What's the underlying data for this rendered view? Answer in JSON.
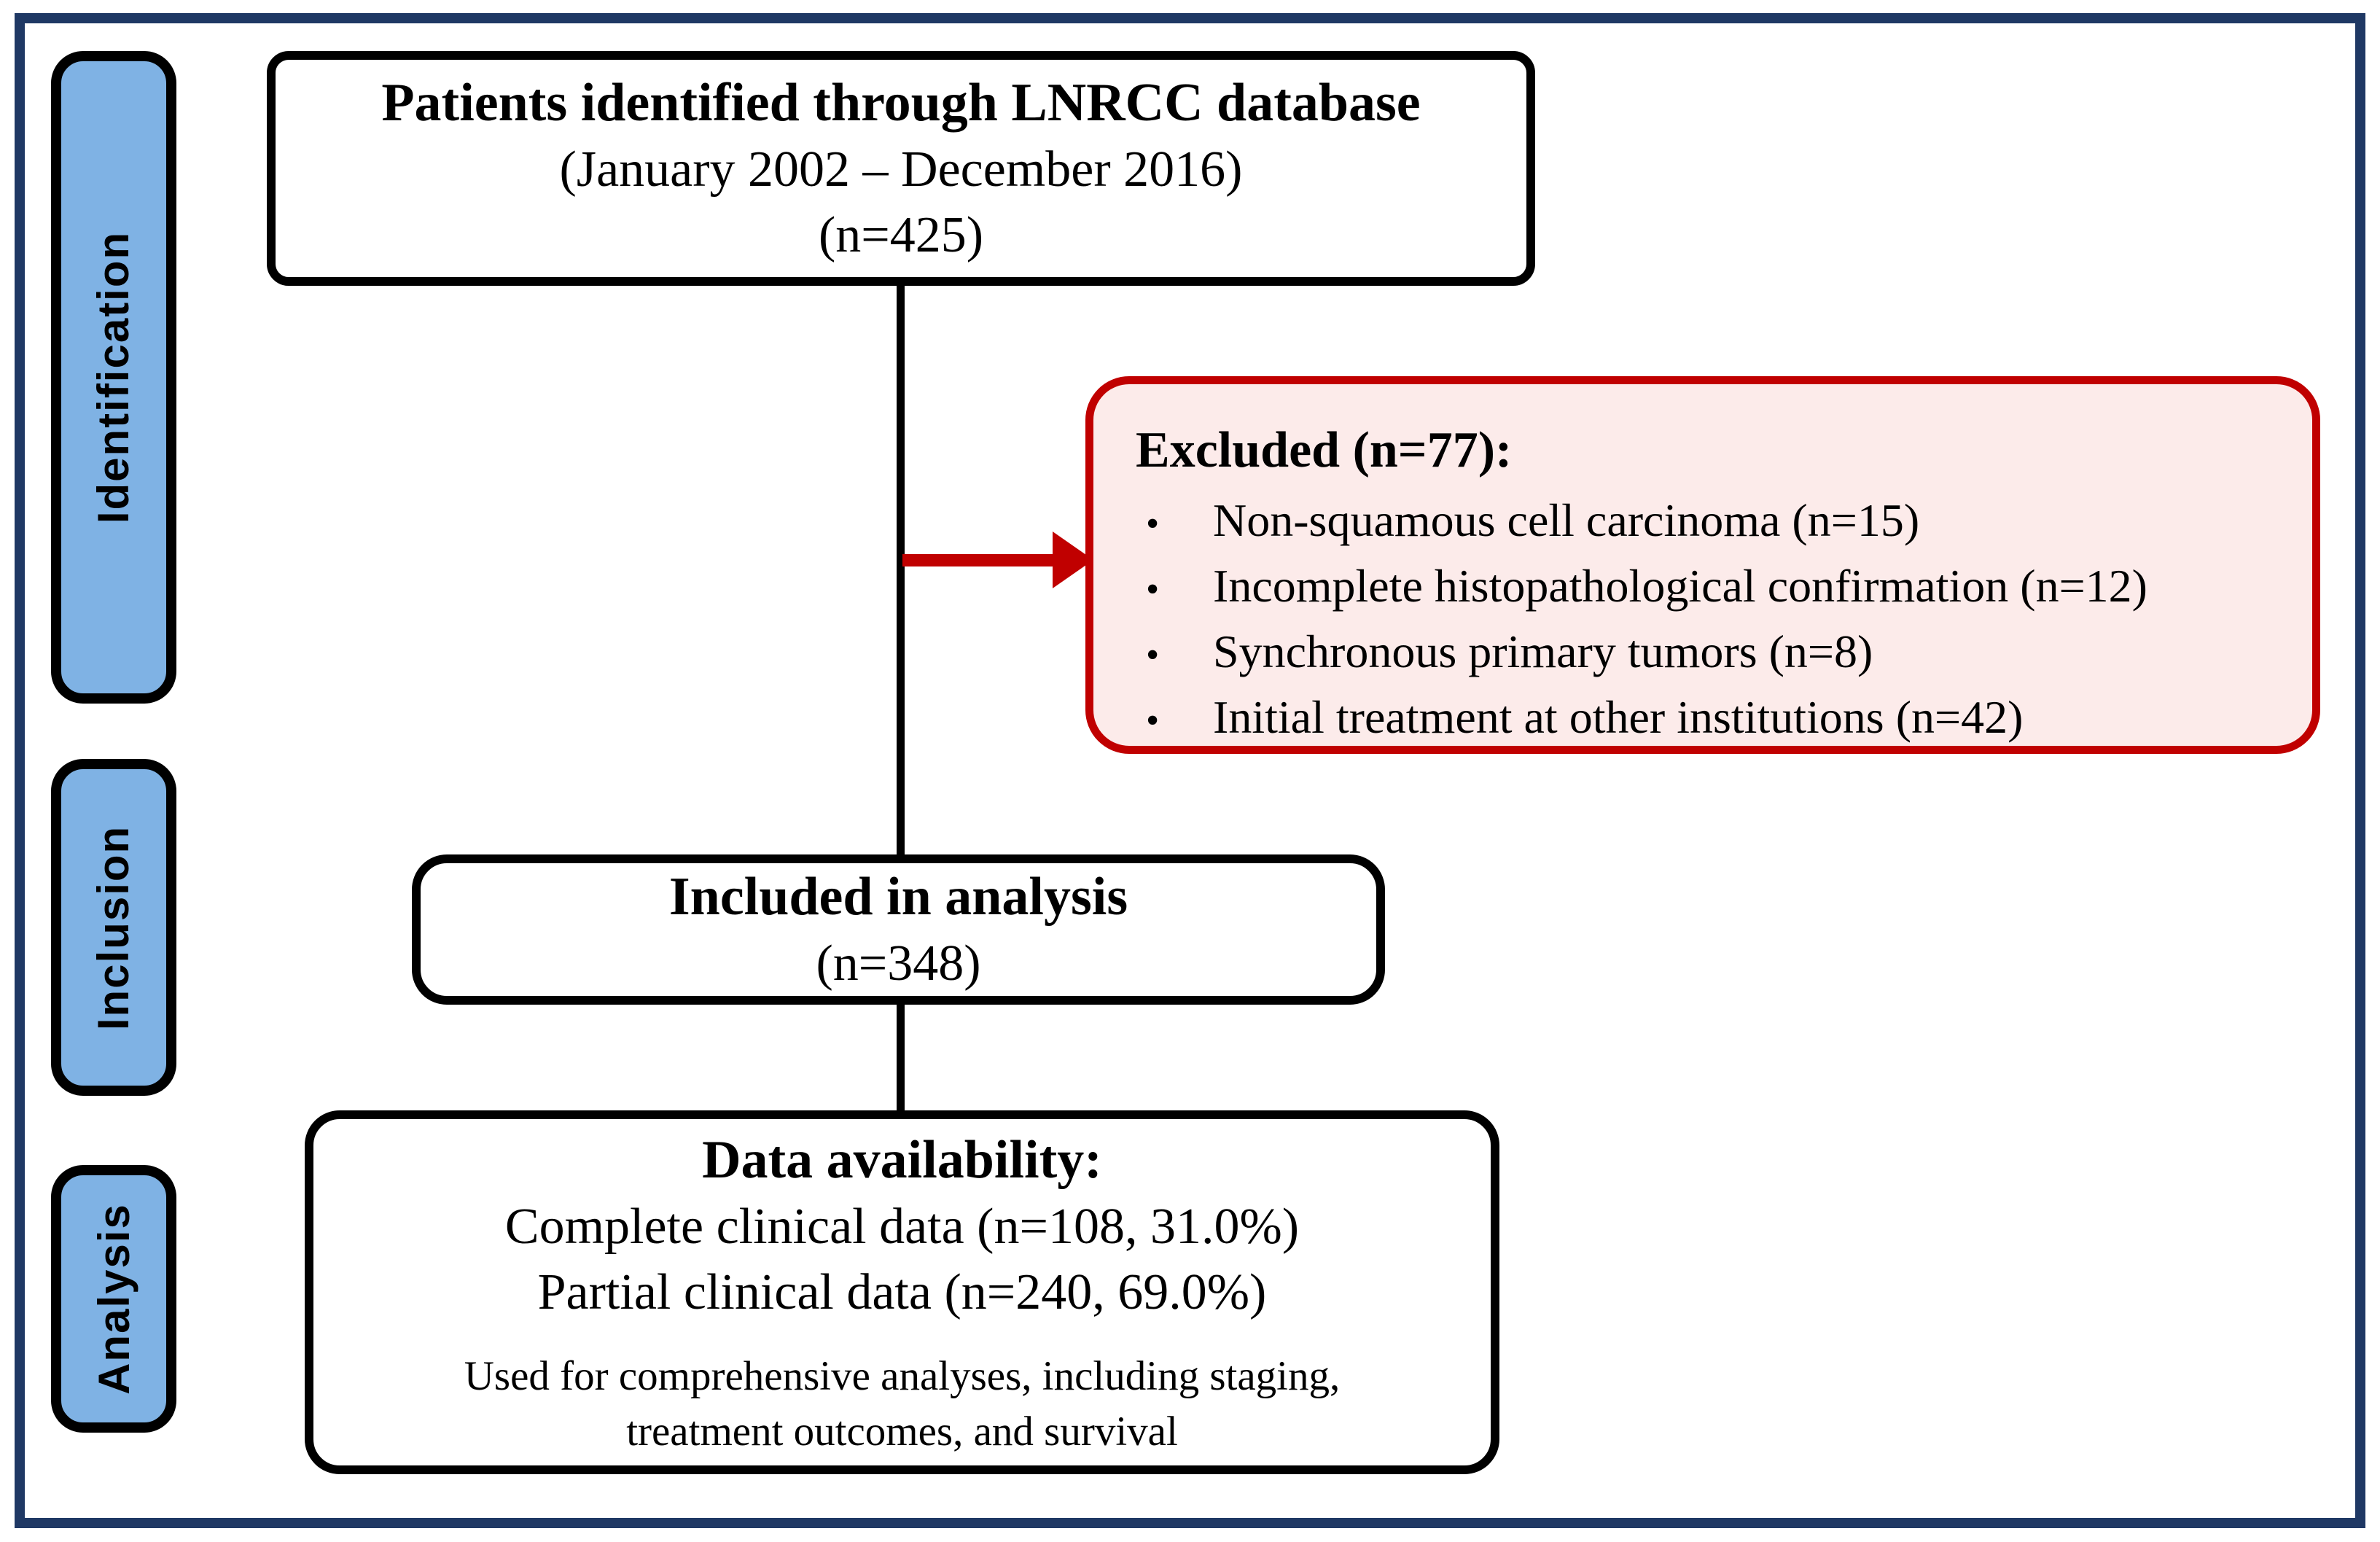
{
  "diagram": {
    "stages": [
      {
        "label": "Identification"
      },
      {
        "label": "Inclusion"
      },
      {
        "label": "Analysis"
      }
    ],
    "top_box": {
      "title": "Patients identified through LNRCC database",
      "subtitle": "(January 2002 – December 2016)",
      "count": "(n=425)"
    },
    "excluded_box": {
      "title": "Excluded (n=77):",
      "bullet_glyph": "•",
      "items": [
        "Non-squamous cell carcinoma (n=15)",
        "Incomplete histopathological confirmation (n=12)",
        "Synchronous primary tumors (n=8)",
        "Initial treatment at other institutions (n=42)"
      ]
    },
    "included_box": {
      "title": "Included in analysis",
      "count": "(n=348)"
    },
    "data_box": {
      "title": "Data availability:",
      "complete_line": "Complete clinical data (n=108, 31.0%)",
      "partial_line": "Partial clinical data (n=240, 69.0%)",
      "note_line1": "Used for comprehensive analyses, including staging,",
      "note_line2": "treatment outcomes, and survival"
    },
    "colors": {
      "outer_border": "#1f3864",
      "stage_fill": "#7fb2e4",
      "box_border": "#000000",
      "excluded_fill": "#fcebea",
      "excluded_border": "#c00000",
      "arrow": "#c00000"
    }
  }
}
